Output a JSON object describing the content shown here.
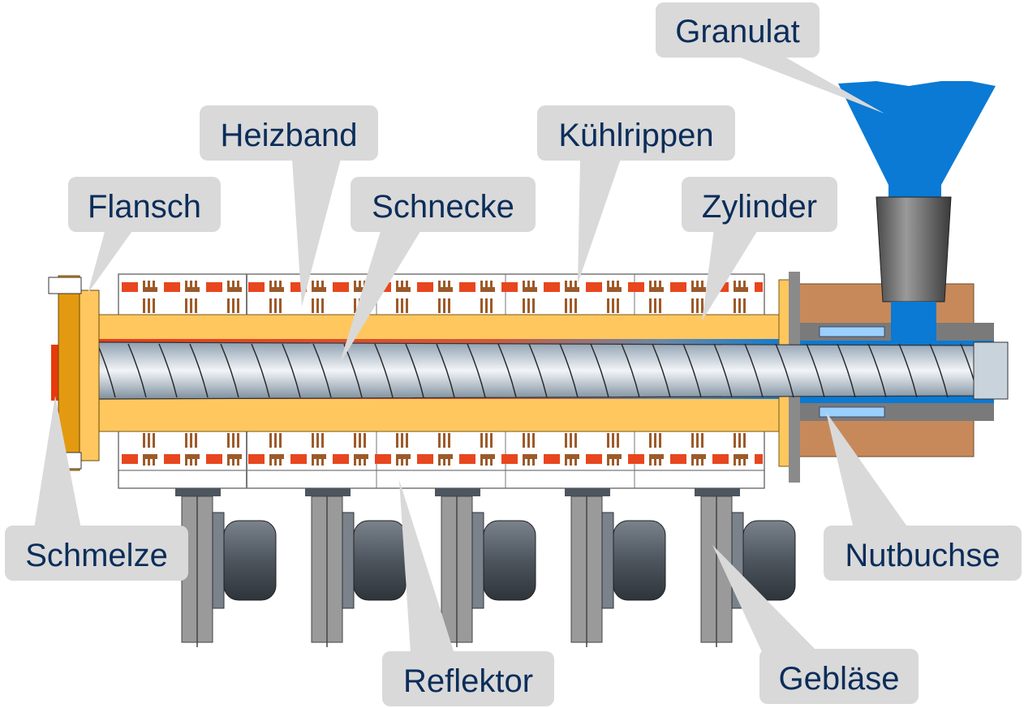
{
  "labels": {
    "granulat": "Granulat",
    "heizband": "Heizband",
    "kuehlrippen": "Kühlrippen",
    "flansch": "Flansch",
    "schnecke": "Schnecke",
    "zylinder": "Zylinder",
    "schmelze": "Schmelze",
    "nutbuchse": "Nutbuchse",
    "reflektor": "Reflektor",
    "geblaese": "Gebläse"
  },
  "colors": {
    "callout": "#d9d9d9",
    "label_text": "#0b2d5a",
    "barrel": "#ffc75e",
    "heater": "#e8461e",
    "fin": "#9c5a2a",
    "melt": "#e63a0a",
    "granulate": "#0a7ad4",
    "feed_block": "#c8895a",
    "flange": "#e39a10",
    "fan": "#9a9a9a",
    "motor": "#5e6670",
    "screw": "#b9c6d2"
  }
}
